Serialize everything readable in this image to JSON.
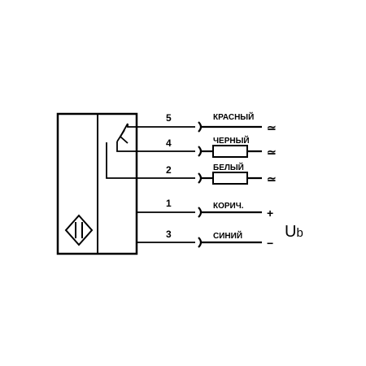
{
  "diagram": {
    "wires": [
      {
        "pin": "5",
        "color": "КРАСНЫЙ",
        "symbol": "≃"
      },
      {
        "pin": "4",
        "color": "ЧЕРНЫЙ",
        "symbol": "≃"
      },
      {
        "pin": "2",
        "color": "БЕЛЫЙ",
        "symbol": "≃"
      },
      {
        "pin": "1",
        "color": "КОРИЧ.",
        "symbol": "+"
      },
      {
        "pin": "3",
        "color": "СИНИЙ",
        "symbol": "−"
      }
    ],
    "supply_label": {
      "main": "U",
      "sub": "b"
    }
  }
}
